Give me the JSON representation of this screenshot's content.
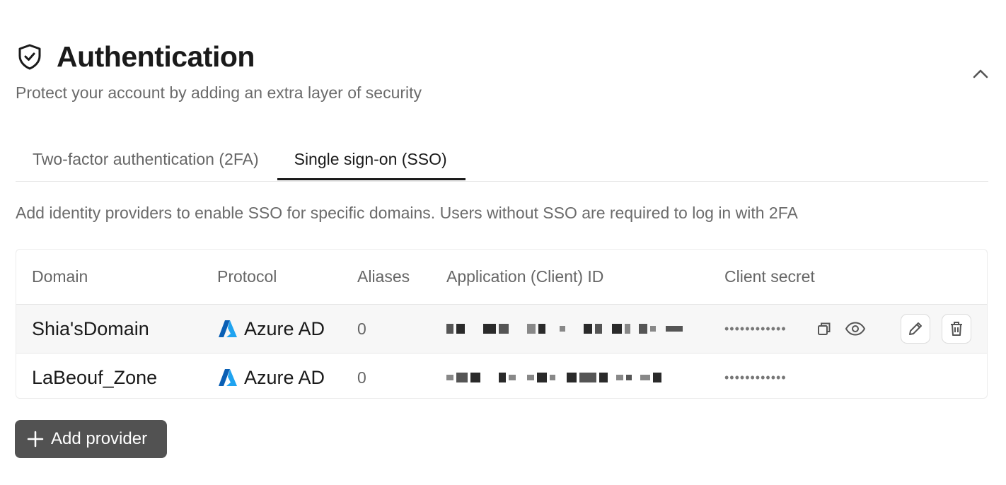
{
  "header": {
    "title": "Authentication",
    "subtitle": "Protect your account by adding an extra layer of security",
    "icon": "shield-check-icon",
    "collapse_icon": "chevron-up-icon"
  },
  "tabs": [
    {
      "label": "Two-factor authentication (2FA)",
      "active": false
    },
    {
      "label": "Single sign-on (SSO)",
      "active": true
    }
  ],
  "description": "Add identity providers to enable SSO for specific domains. Users without SSO are required to log in with 2FA",
  "table": {
    "columns": [
      "Domain",
      "Protocol",
      "Aliases",
      "Application (Client) ID",
      "Client secret"
    ],
    "rows": [
      {
        "domain": "Shia'sDomain",
        "protocol": "Azure AD",
        "aliases": "0",
        "client_id": "[redacted]",
        "secret": "••••••••••••"
      },
      {
        "domain": "LaBeouf_Zone",
        "protocol": "Azure AD",
        "aliases": "0",
        "client_id": "[redacted]",
        "secret": "••••••••••••"
      }
    ]
  },
  "actions": {
    "add_provider": "Add provider"
  },
  "colors": {
    "azure_blue": "#0078d4",
    "button_bg": "#525252"
  }
}
